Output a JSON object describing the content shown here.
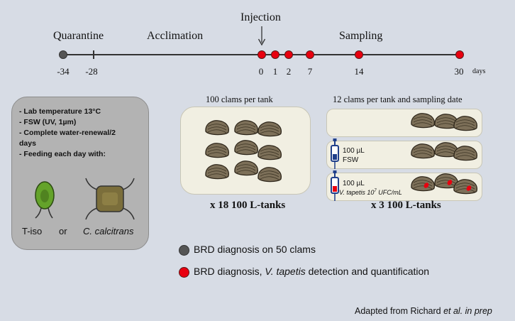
{
  "timeline": {
    "phases": {
      "quarantine": "Quarantine",
      "acclimation": "Acclimation",
      "injection": "Injection",
      "sampling": "Sampling"
    },
    "ticks": [
      "-34",
      "-28",
      "0",
      "1",
      "2",
      "7",
      "14",
      "30"
    ],
    "days_unit": "days"
  },
  "conditions": {
    "lines": [
      "- Lab temperature 13°C",
      "- FSW (UV, 1µm)",
      "- Complete water-renewal/2",
      "days",
      "- Feeding each day with:"
    ],
    "alga1": "T-iso",
    "or": "or",
    "alga2": "C. calcitrans"
  },
  "tank_left": {
    "title": "100 clams per tank",
    "caption": "x 18 100 L-tanks"
  },
  "tanks_right": {
    "title": "12 clams per tank and sampling date",
    "fsw_volume": "100 µL",
    "fsw_label": "FSW",
    "vt_volume": "100 µL",
    "vt_label": "V. tapetis 10",
    "vt_exp": "7",
    "vt_unit": " UFC/mL",
    "caption": "x 3 100 L-tanks"
  },
  "legend": {
    "grey_text": "BRD diagnosis on 50 clams",
    "red_text_pre": "BRD diagnosis, ",
    "red_text_em": "V. tapetis",
    "red_text_post": " detection and quantification"
  },
  "credit": {
    "pre": "Adapted from Richard ",
    "em": "et al. in prep"
  },
  "colors": {
    "background": "#d7dce5",
    "red_dot": "#e8000f",
    "grey_dot": "#555555",
    "tank_fill": "#f1efe2",
    "condition_box": "#b3b3b3",
    "clam": "#7d7059",
    "syringe": "#1f3f8a"
  }
}
